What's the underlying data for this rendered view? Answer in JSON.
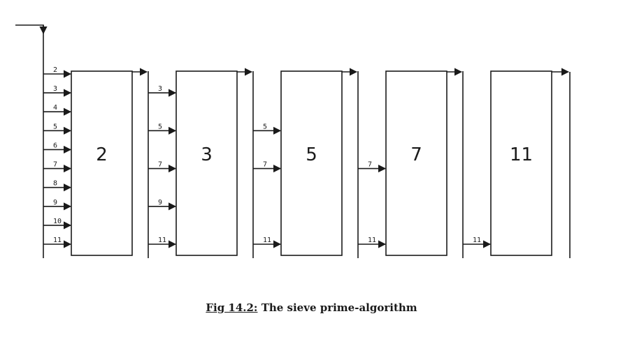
{
  "diagram": {
    "stages": [
      {
        "label": "2",
        "inputs": [
          "2",
          "3",
          "4",
          "5",
          "6",
          "7",
          "8",
          "9",
          "10",
          "11"
        ]
      },
      {
        "label": "3",
        "inputs": [
          "3",
          "5",
          "7",
          "9",
          "11"
        ]
      },
      {
        "label": "5",
        "inputs": [
          "5",
          "7",
          "11"
        ]
      },
      {
        "label": "7",
        "inputs": [
          "7",
          "11"
        ]
      },
      {
        "label": "11",
        "inputs": [
          "11"
        ]
      }
    ]
  },
  "caption": {
    "figure_number": "Fig 14.2:",
    "title": " The sieve prime-algorithm"
  }
}
